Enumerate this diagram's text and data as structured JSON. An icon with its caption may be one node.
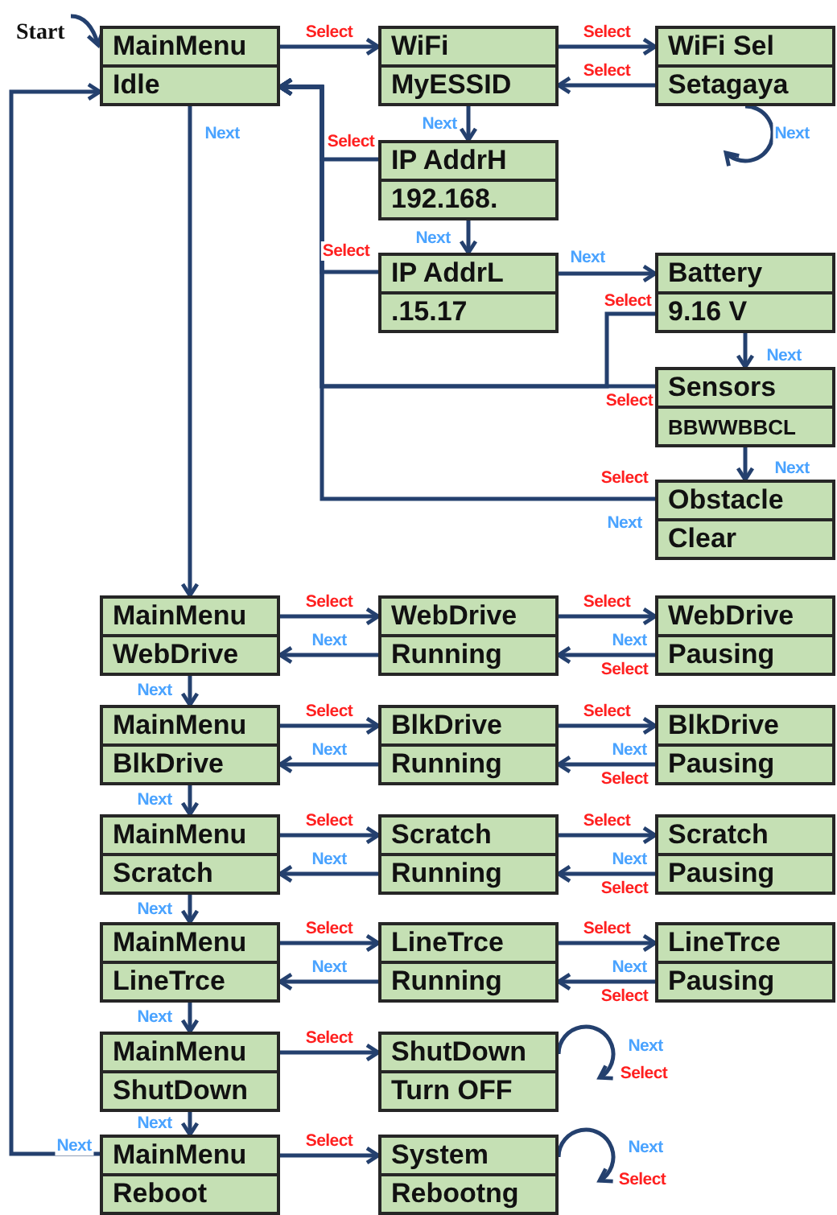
{
  "diagram": {
    "nodes": [
      {
        "text": [
          "Start"
        ]
      },
      {
        "text": [
          "MainMenu",
          "Idle"
        ]
      },
      {
        "text": [
          "WiFi",
          "MyESSID"
        ]
      },
      {
        "text": [
          "WiFi Sel",
          "Setagaya"
        ]
      },
      {
        "text": [
          "IP AddrH",
          "192.168."
        ]
      },
      {
        "text": [
          "IP AddrL",
          ".15.17"
        ]
      },
      {
        "text": [
          "Battery",
          "9.16 V"
        ]
      },
      {
        "text": [
          "Sensors",
          "BBWWBBCL"
        ]
      },
      {
        "text": [
          "Obstacle",
          "Clear"
        ]
      },
      {
        "text": [
          "MainMenu",
          "WebDrive"
        ]
      },
      {
        "text": [
          "WebDrive",
          "Running"
        ]
      },
      {
        "text": [
          "WebDrive",
          "Pausing"
        ]
      },
      {
        "text": [
          "MainMenu",
          "BlkDrive"
        ]
      },
      {
        "text": [
          "BlkDrive",
          "Running"
        ]
      },
      {
        "text": [
          "BlkDrive",
          "Pausing"
        ]
      },
      {
        "text": [
          "MainMenu",
          "Scratch"
        ]
      },
      {
        "text": [
          "Scratch",
          "Running"
        ]
      },
      {
        "text": [
          "Scratch",
          "Pausing"
        ]
      },
      {
        "text": [
          "MainMenu",
          "LineTrce"
        ]
      },
      {
        "text": [
          "LineTrce",
          "Running"
        ]
      },
      {
        "text": [
          "LineTrce",
          "Pausing"
        ]
      },
      {
        "text": [
          "MainMenu",
          "ShutDown"
        ]
      },
      {
        "text": [
          "ShutDown",
          "Turn OFF"
        ]
      },
      {
        "text": [
          "MainMenu",
          "Reboot"
        ]
      },
      {
        "text": [
          "System",
          "Rebootng"
        ]
      }
    ],
    "edges": [
      {
        "from": 0,
        "to": 1,
        "arrow": "to"
      },
      {
        "from": 1,
        "to": 2,
        "arrow": "to",
        "label": "Select"
      },
      {
        "from": 2,
        "to": 3,
        "arrow": "to",
        "label": "Select"
      },
      {
        "from": 3,
        "to": 2,
        "arrow": "to",
        "label": "Select"
      },
      {
        "from": 3,
        "to": 3,
        "arrow": "to",
        "label": "Next"
      },
      {
        "from": 2,
        "to": 4,
        "arrow": "to",
        "label": "Next"
      },
      {
        "from": 4,
        "to": 1,
        "arrow": "to",
        "label": "Select"
      },
      {
        "from": 4,
        "to": 5,
        "arrow": "to",
        "label": "Next"
      },
      {
        "from": 5,
        "to": 1,
        "arrow": "to",
        "label": "Select"
      },
      {
        "from": 5,
        "to": 6,
        "arrow": "to",
        "label": "Next"
      },
      {
        "from": 6,
        "to": 7,
        "arrow": "to",
        "label": "Next"
      },
      {
        "from": 6,
        "to": 1,
        "arrow": "to",
        "label": "Select"
      },
      {
        "from": 7,
        "to": 1,
        "arrow": "to",
        "label": "Select"
      },
      {
        "from": 7,
        "to": 8,
        "arrow": "to",
        "label": "Next"
      },
      {
        "from": 8,
        "to": 1,
        "arrow": "to",
        "label": "Select"
      },
      {
        "from": 1,
        "to": 9,
        "arrow": "to",
        "label": "Next"
      },
      {
        "from": 9,
        "to": 10,
        "arrow": "to",
        "label": "Select"
      },
      {
        "from": 10,
        "to": 9,
        "arrow": "to",
        "label": "Next"
      },
      {
        "from": 10,
        "to": 11,
        "arrow": "to",
        "label": "Select"
      },
      {
        "from": 11,
        "to": 10,
        "arrow": "to",
        "label": "Next"
      },
      {
        "from": 9,
        "to": 12,
        "arrow": "to",
        "label": "Next"
      },
      {
        "from": 12,
        "to": 13,
        "arrow": "to",
        "label": "Select"
      },
      {
        "from": 13,
        "to": 12,
        "arrow": "to",
        "label": "Next"
      },
      {
        "from": 13,
        "to": 14,
        "arrow": "to",
        "label": "Select"
      },
      {
        "from": 14,
        "to": 13,
        "arrow": "to",
        "label": "Next"
      },
      {
        "from": 12,
        "to": 15,
        "arrow": "to",
        "label": "Next"
      },
      {
        "from": 15,
        "to": 16,
        "arrow": "to",
        "label": "Select"
      },
      {
        "from": 16,
        "to": 15,
        "arrow": "to",
        "label": "Next"
      },
      {
        "from": 16,
        "to": 17,
        "arrow": "to",
        "label": "Select"
      },
      {
        "from": 17,
        "to": 16,
        "arrow": "to",
        "label": "Next"
      },
      {
        "from": 15,
        "to": 18,
        "arrow": "to",
        "label": "Next"
      },
      {
        "from": 18,
        "to": 19,
        "arrow": "to",
        "label": "Select"
      },
      {
        "from": 19,
        "to": 18,
        "arrow": "to",
        "label": "Next"
      },
      {
        "from": 19,
        "to": 20,
        "arrow": "to",
        "label": "Select"
      },
      {
        "from": 20,
        "to": 19,
        "arrow": "to",
        "label": "Next"
      },
      {
        "from": 18,
        "to": 21,
        "arrow": "to",
        "label": "Next"
      },
      {
        "from": 21,
        "to": 22,
        "arrow": "to",
        "label": "Select"
      },
      {
        "from": 22,
        "to": 22,
        "arrow": "to",
        "label": "Next"
      },
      {
        "from": 21,
        "to": 23,
        "arrow": "to",
        "label": "Next"
      },
      {
        "from": 23,
        "to": 24,
        "arrow": "to",
        "label": "Select"
      },
      {
        "from": 24,
        "to": 24,
        "arrow": "to",
        "label": "Next"
      },
      {
        "from": 23,
        "to": 1,
        "arrow": "to",
        "label": "Next"
      }
    ],
    "labels": [
      "Next",
      "Select",
      "Select",
      "Select",
      "Select",
      "Select",
      "Select"
    ]
  }
}
